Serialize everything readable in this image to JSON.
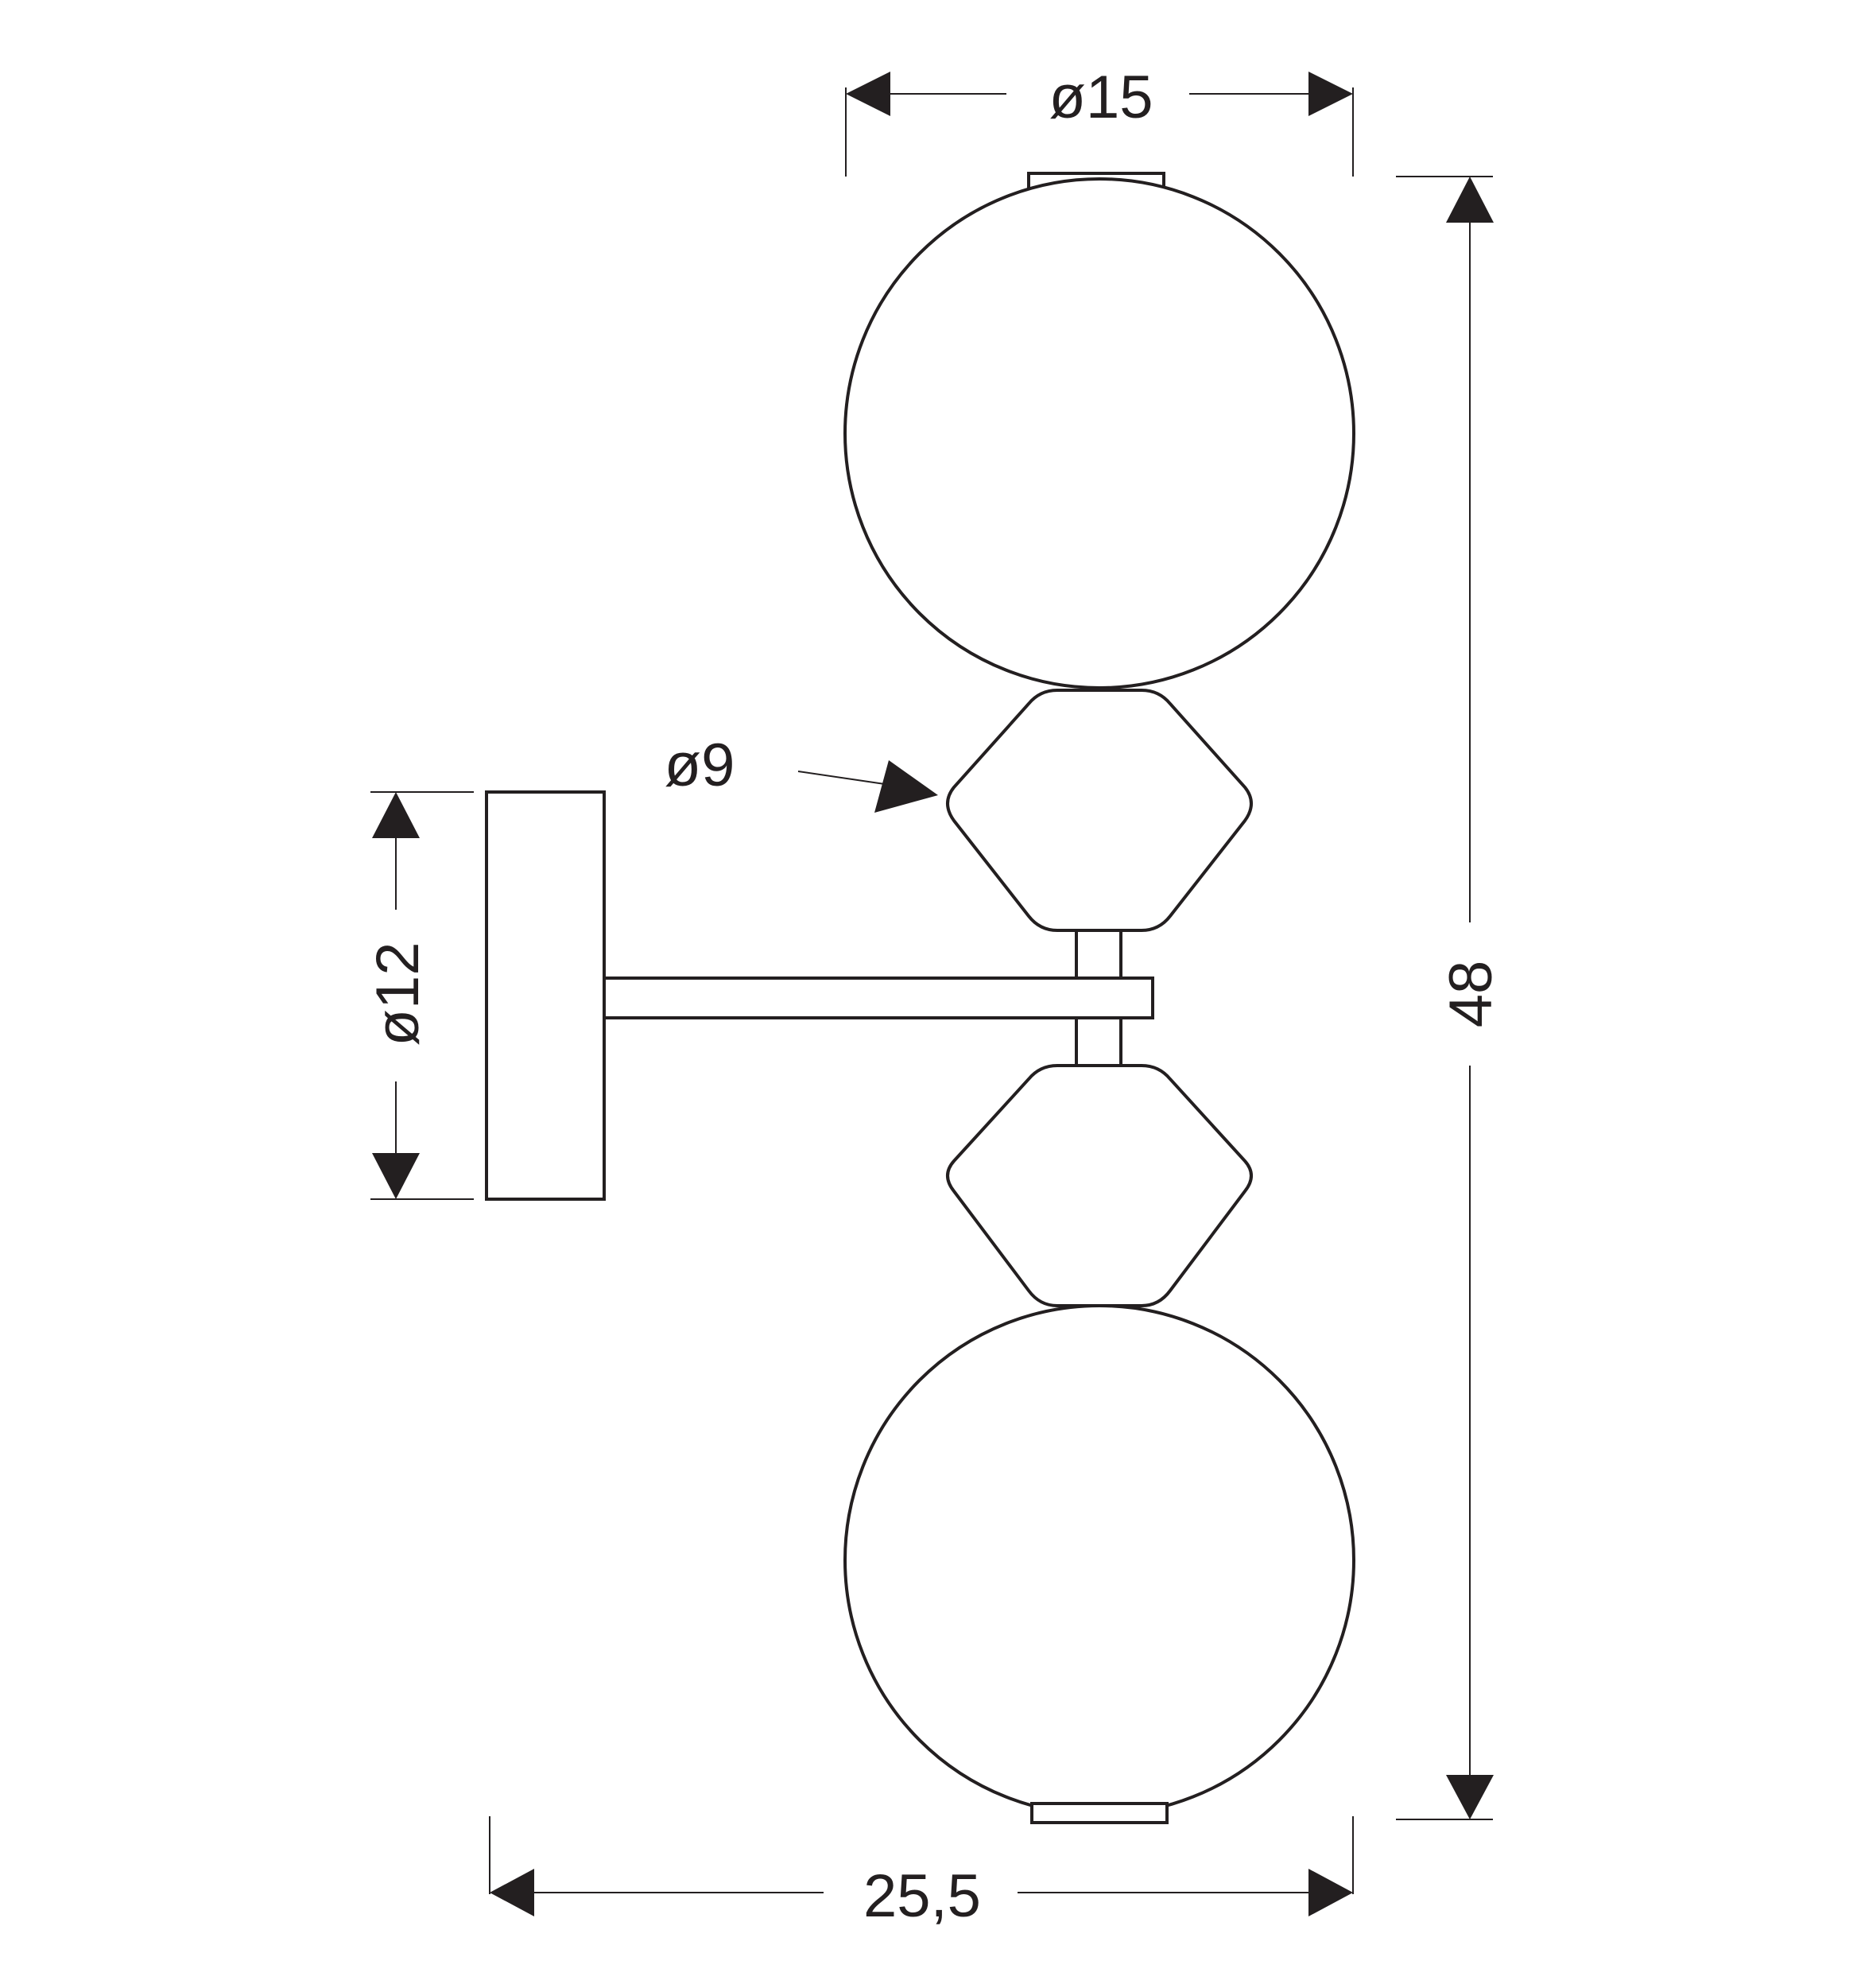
{
  "dimensions": {
    "globe_diameter": "ø15",
    "total_height": "48",
    "total_width": "25,5",
    "backplate_diameter": "ø12",
    "diamond_diameter": "ø9"
  },
  "colors": {
    "line": "#231f20",
    "background": "#ffffff"
  }
}
